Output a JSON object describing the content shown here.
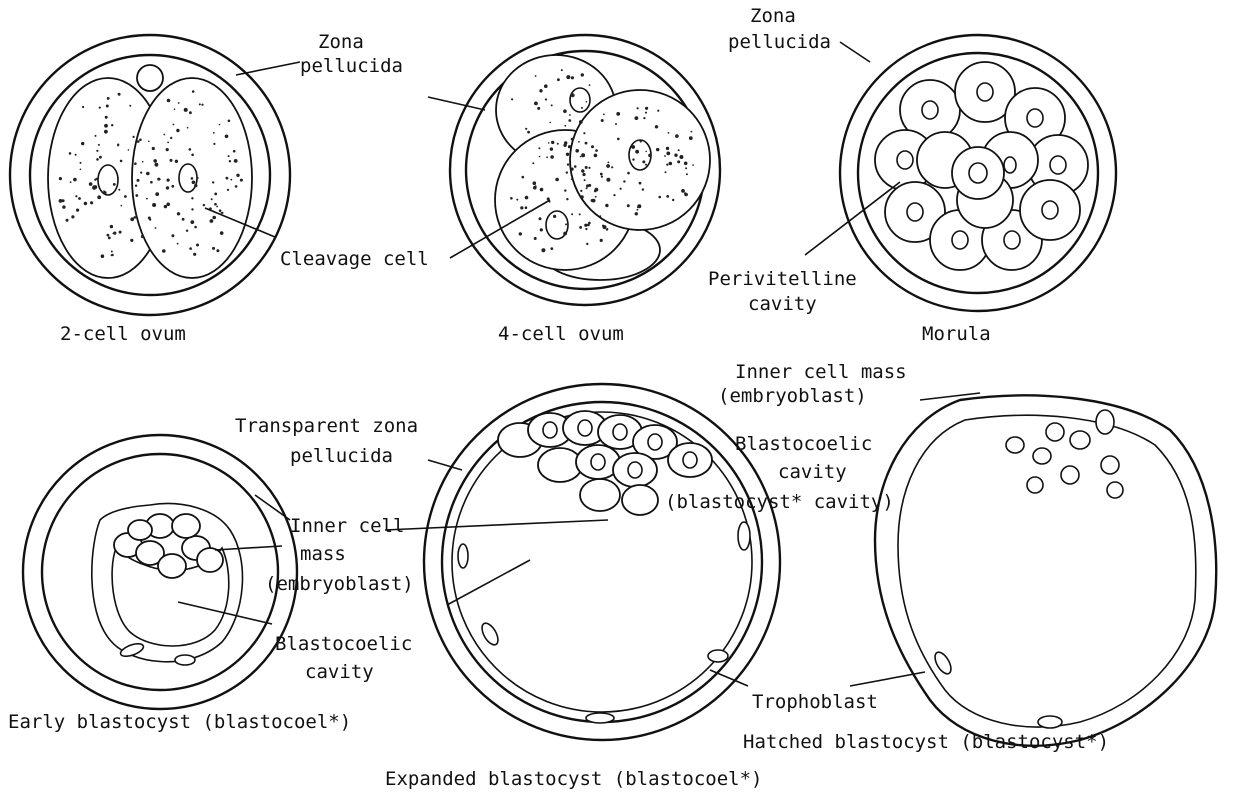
{
  "labels": {
    "zona_pellucida_1": "Zona",
    "zona_pellucida_1b": "pellucida",
    "zona_pellucida_2": "Zona",
    "zona_pellucida_2b": "pellucida",
    "cleavage_cell": "Cleavage cell",
    "perivitelline_1": "Perivitelline",
    "perivitelline_2": "cavity",
    "two_cell": "2-cell ovum",
    "four_cell": "4-cell ovum",
    "morula": "Morula",
    "icm_top_1": "Inner cell mass",
    "icm_top_2": "(embryoblast)",
    "transparent_zona_1": "Transparent zona",
    "transparent_zona_2": "pellucida",
    "blastocoelic_top_1": "Blastocoelic",
    "blastocoelic_top_2": "cavity",
    "blastocyst_cavity": "(blastocyst* cavity)",
    "icm_mid_1": "Inner cell",
    "icm_mid_2": "mass",
    "icm_mid_3": "(embryoblast)",
    "blastocoelic_bottom_1": "Blastocoelic",
    "blastocoelic_bottom_2": "cavity",
    "trophoblast": "Trophoblast",
    "early_blastocyst": "Early blastocyst (blastocoel*)",
    "hatched_blastocyst": "Hatched blastocyst (blastocyst*)",
    "expanded_blastocyst": "Expanded blastocyst (blastocoel*)"
  }
}
